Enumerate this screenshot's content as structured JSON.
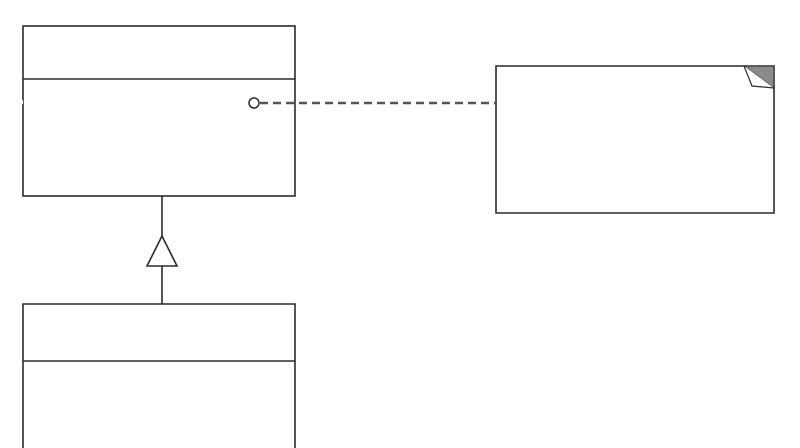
{
  "diagram": {
    "kind": "uml-class-diagram",
    "colors": {
      "background": "#ffffff",
      "stroke": "#2b2b2b",
      "note_fold": "#8a8a8a"
    },
    "superclass": {
      "name": "",
      "members": ""
    },
    "subclass": {
      "name": "",
      "members": ""
    },
    "note": {
      "text": ""
    },
    "relationships": [
      {
        "type": "generalization",
        "from": "subclass",
        "to": "superclass"
      },
      {
        "type": "note-anchor",
        "from": "superclass",
        "to": "note",
        "line_style": "dashed"
      }
    ]
  }
}
